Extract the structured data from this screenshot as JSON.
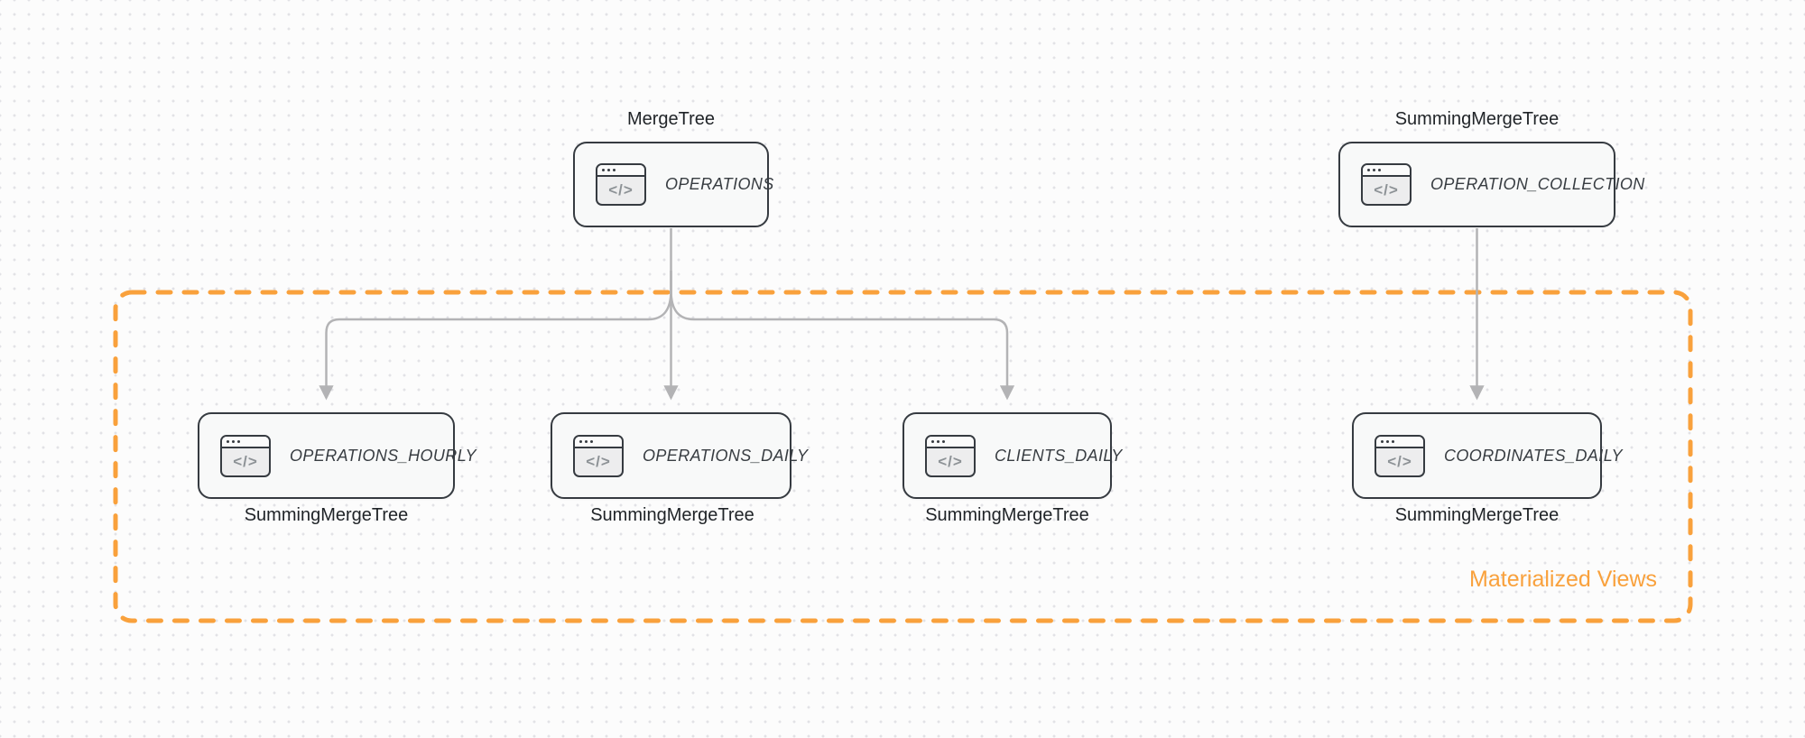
{
  "canvas": {
    "background": "#fcfcfc",
    "grid_dot_color": "#e2e2e6"
  },
  "colors": {
    "accent_orange": "#f9a13c",
    "node_border": "#363b41",
    "node_fill": "#f8f9f9",
    "arrow_gray": "#b3b3b5",
    "text_dark": "#1f2327",
    "node_label_text": "#383d42"
  },
  "icons": {
    "code_window_glyph": "</>"
  },
  "group": {
    "label": "Materialized Views"
  },
  "nodes": [
    {
      "id": "operations",
      "label": "OPERATIONS",
      "engine": "MergeTree",
      "engine_position": "above"
    },
    {
      "id": "operation_collection",
      "label": "OPERATION_COLLECTION",
      "engine": "SummingMergeTree",
      "engine_position": "above"
    },
    {
      "id": "operations_hourly",
      "label": "OPERATIONS_HOURLY",
      "engine": "SummingMergeTree",
      "engine_position": "below"
    },
    {
      "id": "operations_daily",
      "label": "OPERATIONS_DAILY",
      "engine": "SummingMergeTree",
      "engine_position": "below"
    },
    {
      "id": "clients_daily",
      "label": "CLIENTS_DAILY",
      "engine": "SummingMergeTree",
      "engine_position": "below"
    },
    {
      "id": "coordinates_daily",
      "label": "COORDINATES_DAILY",
      "engine": "SummingMergeTree",
      "engine_position": "below"
    }
  ],
  "edges": [
    {
      "from": "operations",
      "to": "operations_hourly"
    },
    {
      "from": "operations",
      "to": "operations_daily"
    },
    {
      "from": "operations",
      "to": "clients_daily"
    },
    {
      "from": "operation_collection",
      "to": "coordinates_daily"
    }
  ]
}
